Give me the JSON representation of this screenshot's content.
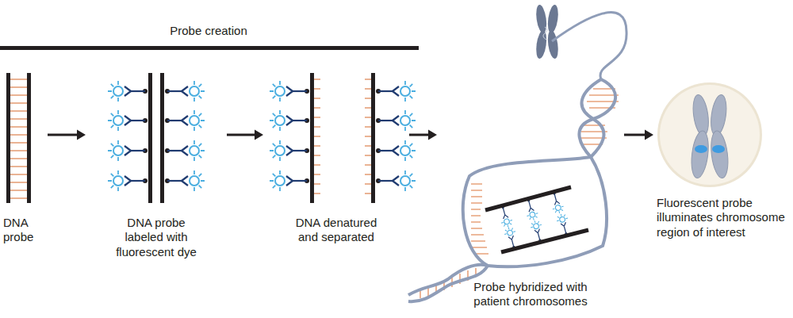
{
  "diagram": {
    "nodes": [
      {
        "text": [
          "DNA probe"
        ]
      },
      {
        "text": [
          "DNA probe labeled with fluorescent dye"
        ]
      },
      {
        "text": [
          "DNA denatured and separated"
        ]
      },
      {
        "text": [
          "Probe hybridized with patient chromosomes"
        ]
      },
      {
        "text": [
          "Fluorescent probe illuminates chromosome region of interest"
        ]
      }
    ],
    "edges": [
      {
        "from": 0,
        "to": 1,
        "arrow": "to"
      },
      {
        "from": 1,
        "to": 2,
        "arrow": "to"
      },
      {
        "from": 2,
        "to": 3,
        "arrow": "to"
      },
      {
        "from": 3,
        "to": 4,
        "arrow": "to"
      }
    ],
    "labels": [
      "Probe creation"
    ]
  }
}
